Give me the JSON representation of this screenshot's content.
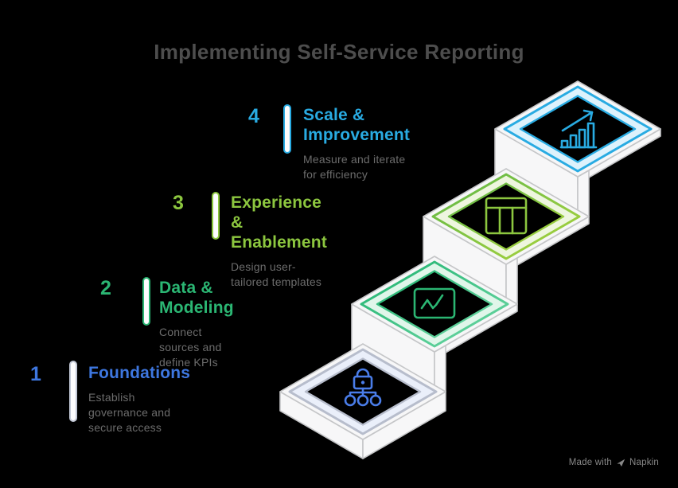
{
  "title": "Implementing Self-Service Reporting",
  "steps": [
    {
      "number": "1",
      "title": "Foundations",
      "subtitle": "Establish governance and secure access",
      "accent_text": "#3E77E0",
      "accent_shape": "#C2C8D6",
      "icon": "lock-network-icon",
      "icon_color": "#4A7DE9"
    },
    {
      "number": "2",
      "title": "Data & Modeling",
      "subtitle": "Connect sources and define KPIs",
      "accent_text": "#2BB673",
      "accent_shape": "#2BB673",
      "icon": "line-chart-icon",
      "icon_color": "#2BB673"
    },
    {
      "number": "3",
      "title": "Experience & Enablement",
      "subtitle": "Design user-tailored templates",
      "accent_text": "#8CC63F",
      "accent_shape": "#8CC63F",
      "icon": "table-icon",
      "icon_color": "#8CC63F"
    },
    {
      "number": "4",
      "title": "Scale & Improvement",
      "subtitle": "Measure and iterate for efficiency",
      "accent_text": "#29ABE2",
      "accent_shape": "#29ABE2",
      "icon": "chart-growth-icon",
      "icon_color": "#29ABE2"
    }
  ],
  "colors": {
    "background": "#000000",
    "title_text": "#4D4D4D",
    "subtitle_text": "#6C6C6C",
    "platform_fill": "#F7F7F8",
    "platform_stroke": "#C5C6C8",
    "tint_step1": "#EAEFFA",
    "tint_step2": "#E0F6EA",
    "tint_step3": "#EEF6DF",
    "tint_step4": "#DDF2FC"
  },
  "watermark": {
    "prefix": "Made with",
    "brand": "Napkin"
  }
}
